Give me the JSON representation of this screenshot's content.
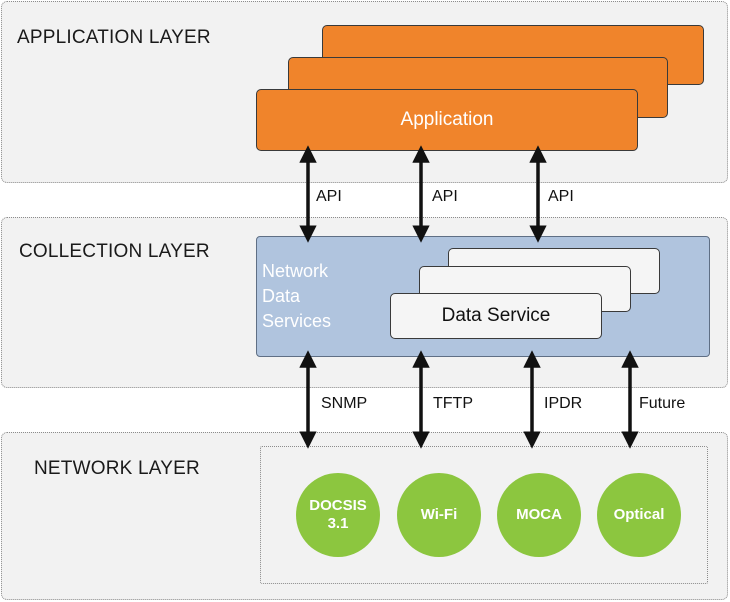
{
  "application_layer": {
    "title": "APPLICATION LAYER",
    "app_label": "Application"
  },
  "collection_layer": {
    "title": "COLLECTION LAYER",
    "nds_lines": [
      "Network",
      "Data",
      "Services"
    ],
    "data_service_label": "Data Service"
  },
  "network_layer": {
    "title": "NETWORK LAYER",
    "technologies": [
      "DOCSIS\n3.1",
      "Wi-Fi",
      "MOCA",
      "Optical"
    ]
  },
  "api_arrows": [
    "API",
    "API",
    "API"
  ],
  "protocol_arrows": [
    "SNMP",
    "TFTP",
    "IPDR",
    "Future"
  ],
  "colors": {
    "application": "#f0842b",
    "collection_panel": "#b0c4de",
    "network_node": "#8cc63f",
    "layer_bg": "#f2f2f2"
  }
}
